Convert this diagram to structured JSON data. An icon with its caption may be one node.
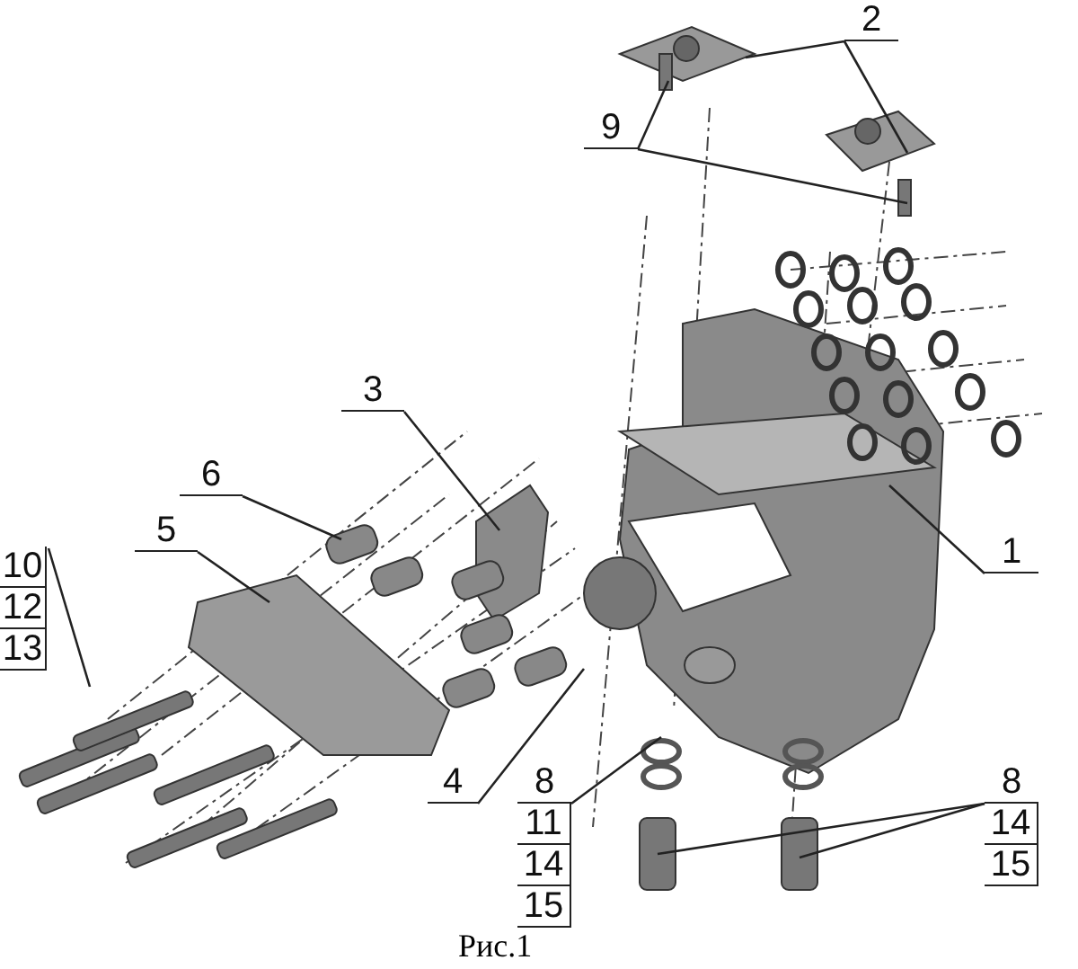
{
  "diagram": {
    "caption": "Рис.1",
    "nodes": [
      {
        "text": [
          "1"
        ]
      },
      {
        "text": [
          "2"
        ]
      },
      {
        "text": [
          "3"
        ]
      },
      {
        "text": [
          "4"
        ]
      },
      {
        "text": [
          "5"
        ]
      },
      {
        "text": [
          "6"
        ]
      },
      {
        "text": [
          "9"
        ]
      },
      {
        "text": [
          "10",
          "12",
          "13"
        ]
      },
      {
        "text": [
          "8",
          "11",
          "14",
          "15"
        ]
      },
      {
        "text": [
          "8",
          "14",
          "15"
        ]
      }
    ],
    "edges": [
      {
        "from": 0,
        "to": null,
        "arrow": "none"
      },
      {
        "from": 1,
        "to": null,
        "arrow": "none"
      },
      {
        "from": 1,
        "to": null,
        "arrow": "none"
      },
      {
        "from": 2,
        "to": null,
        "arrow": "none"
      },
      {
        "from": 3,
        "to": null,
        "arrow": "none"
      },
      {
        "from": 4,
        "to": null,
        "arrow": "none"
      },
      {
        "from": 5,
        "to": null,
        "arrow": "none"
      },
      {
        "from": 6,
        "to": null,
        "arrow": "none"
      },
      {
        "from": 6,
        "to": null,
        "arrow": "none"
      },
      {
        "from": 7,
        "to": null,
        "arrow": "none"
      },
      {
        "from": 8,
        "to": null,
        "arrow": "none"
      },
      {
        "from": 9,
        "to": null,
        "arrow": "none"
      },
      {
        "from": 9,
        "to": null,
        "arrow": "none"
      }
    ]
  }
}
